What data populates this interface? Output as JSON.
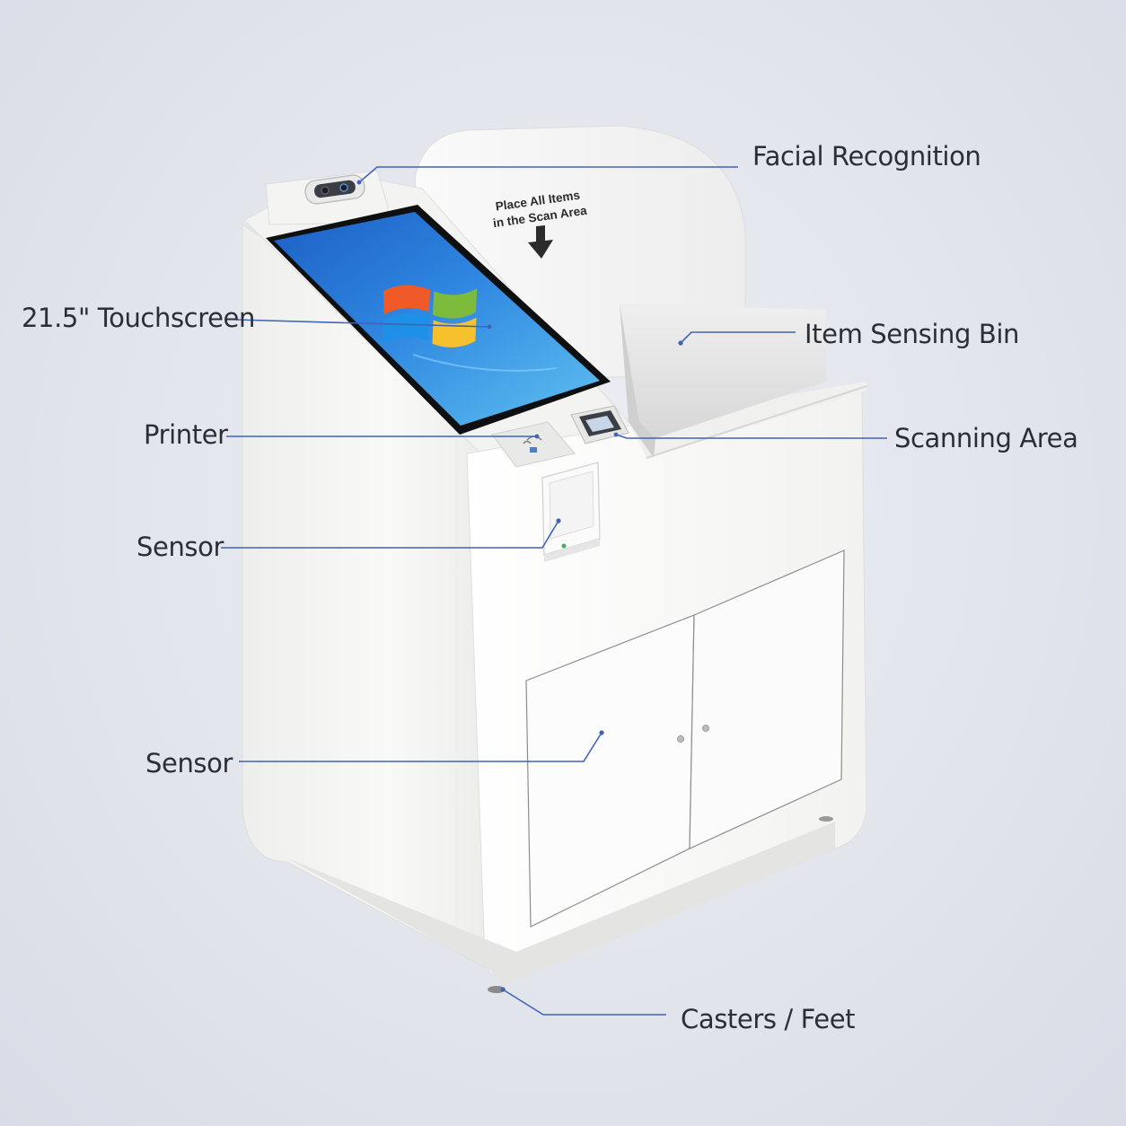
{
  "scan_sign": {
    "line1": "Place All Items",
    "line2": "in the Scan Area"
  },
  "labels": {
    "facial_recognition": "Facial Recognition",
    "touchscreen": "21.5\" Touchscreen",
    "item_sensing_bin": "Item Sensing Bin",
    "printer": "Printer",
    "scanning_area": "Scanning Area",
    "sensor_upper": "Sensor",
    "sensor_lower": "Sensor",
    "casters": "Casters / Feet"
  },
  "colors": {
    "leader": "#3f63b8",
    "label_text": "#2a2e36",
    "cabinet": "#f7f7f5",
    "screen": "#1f6fd0"
  },
  "icons": {
    "screen_logo": "windows-logo-icon",
    "arrow": "arrow-down-icon"
  }
}
